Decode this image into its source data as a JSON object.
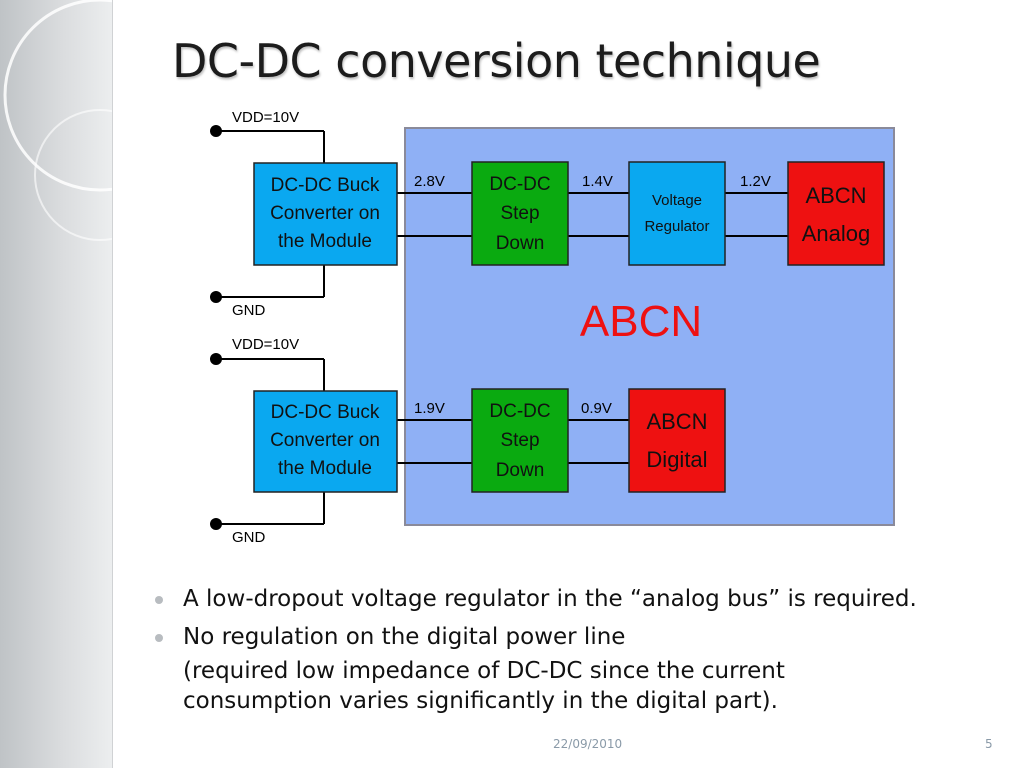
{
  "slide": {
    "title": "DC-DC conversion technique",
    "date": "22/09/2010",
    "page_number": "5"
  },
  "diagram": {
    "region_label": "ABCN",
    "top": {
      "vdd_label": "VDD=10V",
      "gnd_label": "GND",
      "buck_lines": [
        "DC-DC Buck",
        "Converter on",
        "the Module"
      ],
      "v1": "2.8V",
      "stepdown_lines": [
        "DC-DC",
        "Step",
        "Down"
      ],
      "v2": "1.4V",
      "regulator_lines": [
        "Voltage",
        "Regulator"
      ],
      "v3": "1.2V",
      "analog_lines": [
        "ABCN",
        "Analog"
      ]
    },
    "bottom": {
      "vdd_label": "VDD=10V",
      "gnd_label": "GND",
      "buck_lines": [
        "DC-DC Buck",
        "Converter on",
        "the Module"
      ],
      "v1": "1.9V",
      "stepdown_lines": [
        "DC-DC",
        "Step",
        "Down"
      ],
      "v2": "0.9V",
      "digital_lines": [
        "ABCN",
        "Digital"
      ]
    },
    "colors": {
      "region_fill": "#8fb0f5",
      "buck_fill": "#0aa8f0",
      "stepdown_fill": "#0aaa10",
      "regulator_fill": "#0aa8f0",
      "abcn_block_fill": "#ee1111",
      "region_label_color": "#ee1111"
    }
  },
  "bullets": [
    {
      "text": "A low-dropout voltage regulator in the “analog bus” is required."
    },
    {
      "text": "No regulation on the digital power line"
    }
  ],
  "bullet_sub_lines": [
    "(required low impedance of DC-DC since the current",
    "consumption varies significantly in the digital part)."
  ]
}
